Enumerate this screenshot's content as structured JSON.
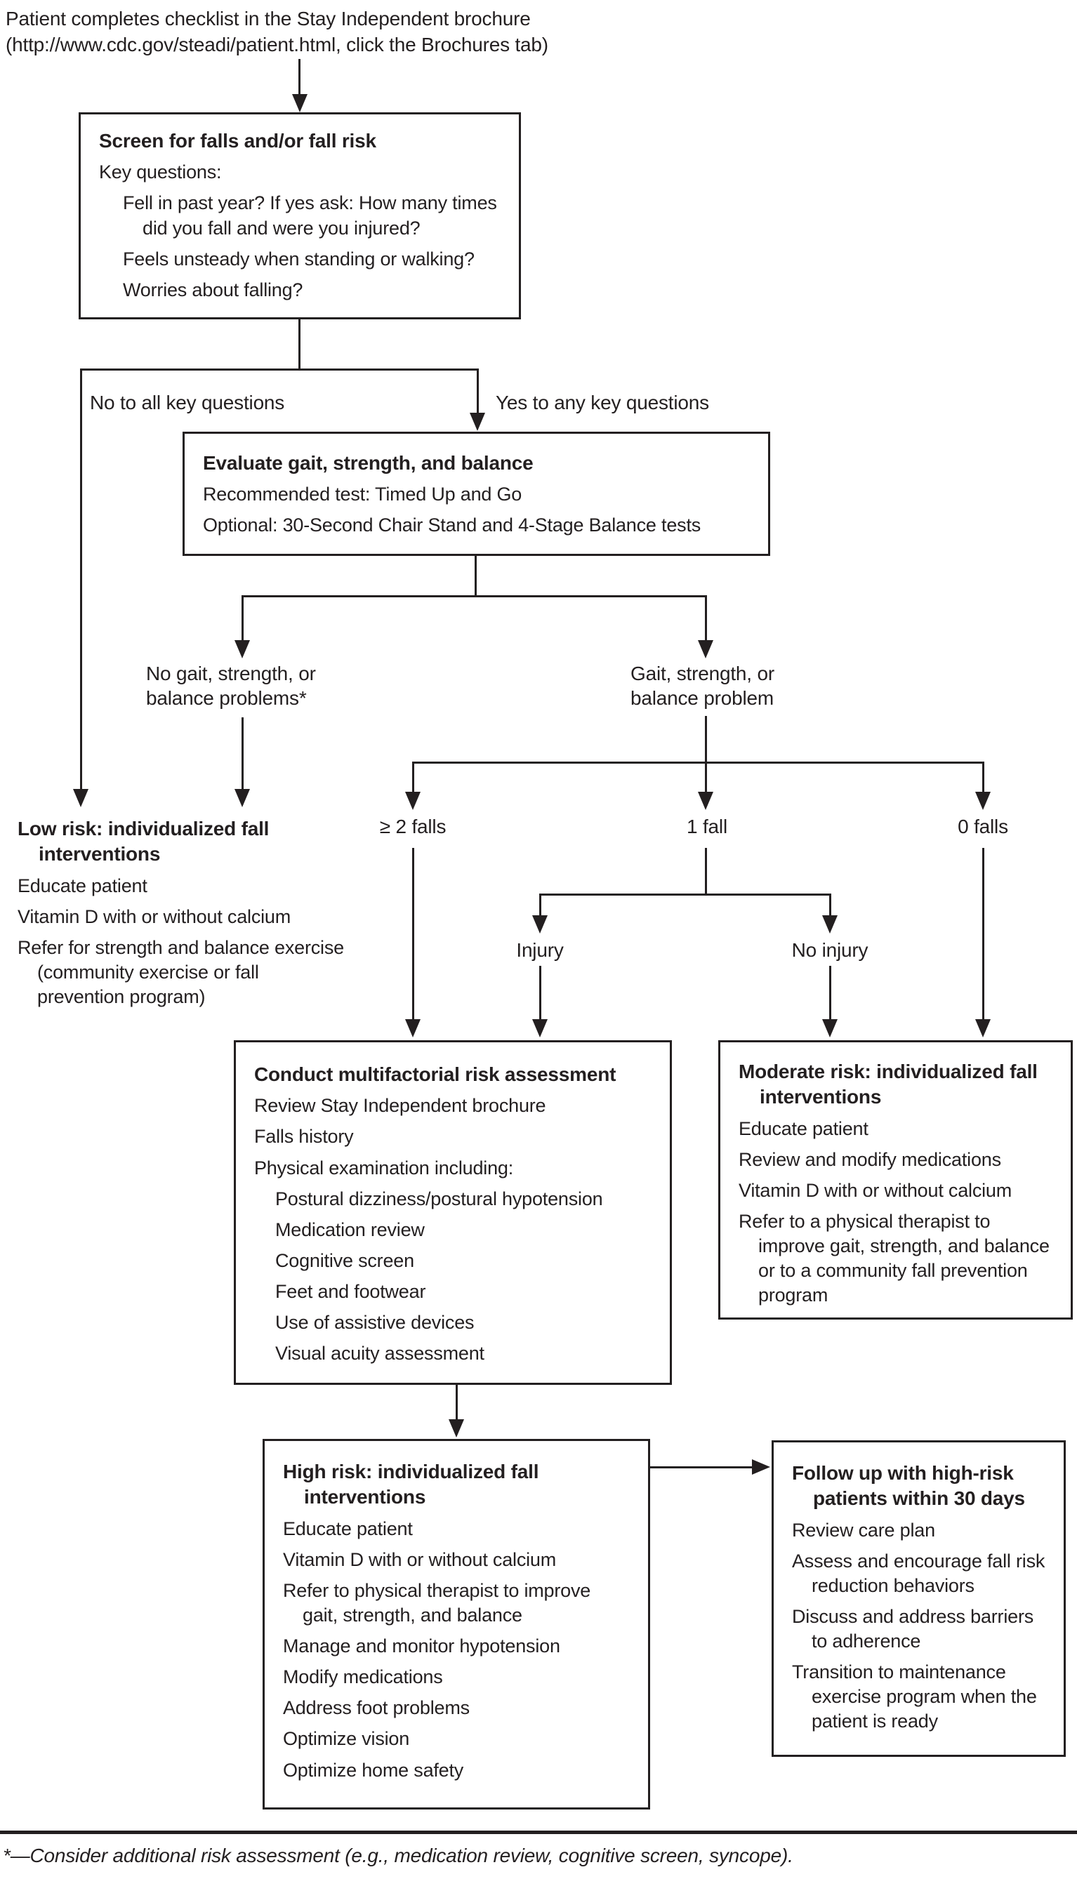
{
  "intro": {
    "line1": "Patient completes checklist in the Stay Independent brochure",
    "line2": "(http://www.cdc.gov/steadi/patient.html, click the Brochures tab)"
  },
  "boxes": {
    "screen": {
      "title": "Screen for falls and/or fall risk",
      "items": [
        "Key questions:",
        "Fell in past year? If yes ask: How many times did you fall and were you injured?",
        "Feels unsteady when standing or walking?",
        "Worries about falling?"
      ]
    },
    "evaluate": {
      "title": "Evaluate gait, strength, and balance",
      "items": [
        "Recommended test: Timed Up and Go",
        "Optional: 30-Second Chair Stand and 4-Stage Balance tests"
      ]
    },
    "low_risk": {
      "title": "Low risk: individualized fall interventions",
      "items": [
        "Educate patient",
        "Vitamin D with or without calcium",
        "Refer for strength and balance exercise (community exercise or fall prevention program)"
      ]
    },
    "multifactorial": {
      "title": "Conduct multifactorial risk assessment",
      "items": [
        "Review Stay Independent brochure",
        "Falls history",
        "Physical examination including:",
        "Postural dizziness/postural hypotension",
        "Medication review",
        "Cognitive screen",
        "Feet and footwear",
        "Use of assistive devices",
        "Visual acuity assessment"
      ]
    },
    "moderate": {
      "title": "Moderate risk: individualized fall interventions",
      "items": [
        "Educate patient",
        "Review and modify medications",
        "Vitamin D with or without calcium",
        "Refer to a physical therapist to improve gait, strength, and balance or to a community fall prevention program"
      ]
    },
    "high_risk": {
      "title": "High risk: individualized fall interventions",
      "items": [
        "Educate patient",
        "Vitamin D with or without calcium",
        "Refer to physical therapist to improve gait, strength, and balance",
        "Manage and monitor hypotension",
        "Modify medications",
        "Address foot problems",
        "Optimize vision",
        "Optimize home safety"
      ]
    },
    "follow_up": {
      "title": "Follow up with high-risk patients within 30 days",
      "items": [
        "Review care plan",
        "Assess and encourage fall risk reduction behaviors",
        "Discuss and address barriers to adherence",
        "Transition to maintenance exercise program when the patient is ready"
      ]
    }
  },
  "branch_labels": {
    "no_key": "No to all key questions",
    "yes_key": "Yes to any key questions",
    "no_gait": "No gait, strength, or balance problems*",
    "gait": "Gait, strength, or balance problem",
    "falls_2plus": "≥ 2 falls",
    "fall_1": "1 fall",
    "falls_0": "0 falls",
    "injury": "Injury",
    "no_injury": "No injury"
  },
  "footnote": "*—Consider additional risk assessment (e.g., medication review, cognitive screen, syncope).",
  "colors": {
    "ink": "#231f20",
    "background": "#ffffff"
  }
}
